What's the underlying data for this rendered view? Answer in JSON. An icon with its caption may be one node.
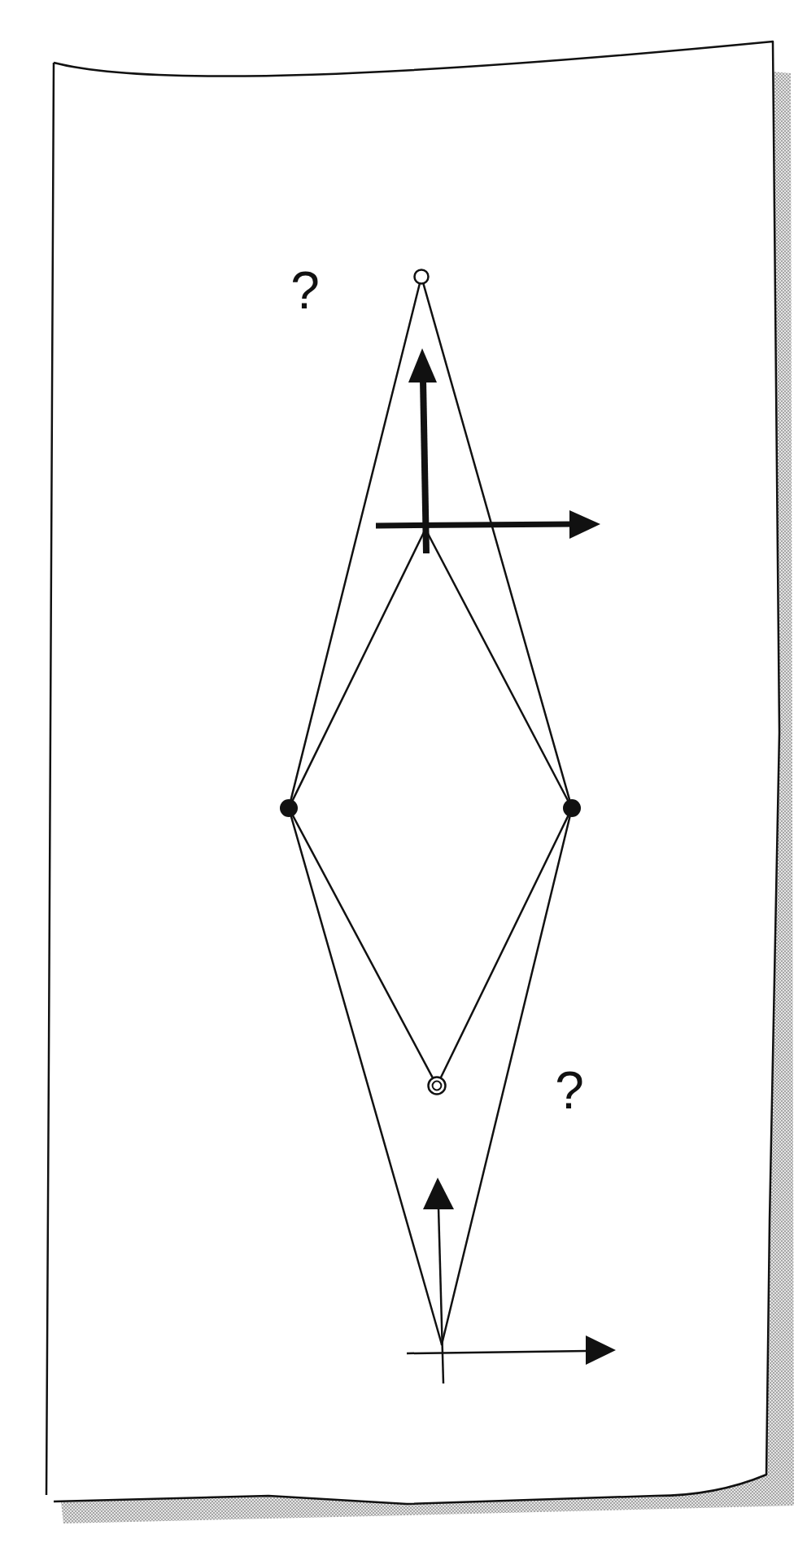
{
  "diagram": {
    "nodes": [
      {
        "text": [],
        "shape": "circle"
      },
      {
        "text": [],
        "shape": "dot"
      },
      {
        "text": [],
        "shape": "dot"
      },
      {
        "text": [],
        "shape": "ring"
      }
    ],
    "edges": [
      {
        "from": 0,
        "to": 1,
        "arrow": "none"
      },
      {
        "from": 0,
        "to": 2,
        "arrow": "none"
      },
      {
        "from": 1,
        "to": null,
        "arrow": "none"
      },
      {
        "from": 2,
        "to": null,
        "arrow": "none"
      },
      {
        "from": 1,
        "to": 3,
        "arrow": "none"
      },
      {
        "from": 2,
        "to": 3,
        "arrow": "none"
      },
      {
        "from": 1,
        "to": null,
        "arrow": "none"
      },
      {
        "from": 2,
        "to": null,
        "arrow": "none"
      }
    ],
    "labels": [
      "?",
      "?"
    ]
  }
}
